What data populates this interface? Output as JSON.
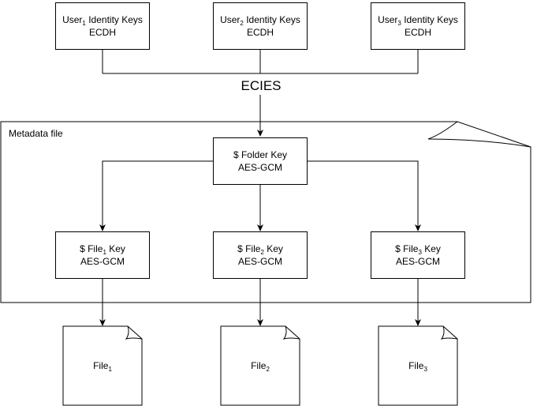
{
  "users": [
    {
      "prefix": "User",
      "sub": "1",
      "suffix": " Identity Keys",
      "line2": "ECDH"
    },
    {
      "prefix": "User",
      "sub": "2",
      "suffix": " Identity Keys",
      "line2": "ECDH"
    },
    {
      "prefix": "User",
      "sub": "3",
      "suffix": " Identity Keys",
      "line2": "ECDH"
    }
  ],
  "ecies_label": "ECIES",
  "metadata": {
    "title": "Metadata file",
    "folder_key": {
      "line1": "$ Folder Key",
      "line2": "AES-GCM"
    },
    "file_keys": [
      {
        "prefix": "$ File",
        "sub": "1",
        "suffix": " Key",
        "line2": "AES-GCM"
      },
      {
        "prefix": "$ File",
        "sub": "2",
        "suffix": " Key",
        "line2": "AES-GCM"
      },
      {
        "prefix": "$ File",
        "sub": "3",
        "suffix": " Key",
        "line2": "AES-GCM"
      }
    ]
  },
  "files": [
    {
      "prefix": "File",
      "sub": "1"
    },
    {
      "prefix": "File",
      "sub": "2"
    },
    {
      "prefix": "File",
      "sub": "3"
    }
  ]
}
